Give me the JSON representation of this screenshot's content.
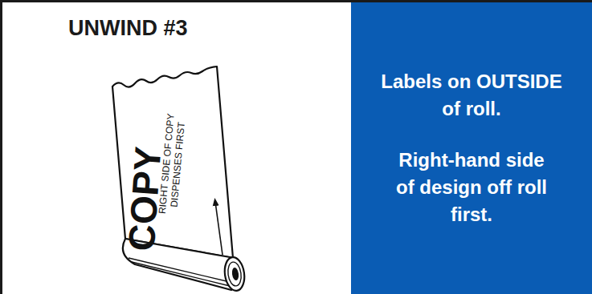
{
  "diagram": {
    "title": "UNWIND #3",
    "nodes": [
      {
        "text": [
          "Labels on OUTSIDE of roll.",
          "Right-hand side of design off roll first."
        ]
      }
    ],
    "labels": [
      "COPY",
      "RIGHT SIDE OF COPY DISPENSES FIRST"
    ]
  }
}
